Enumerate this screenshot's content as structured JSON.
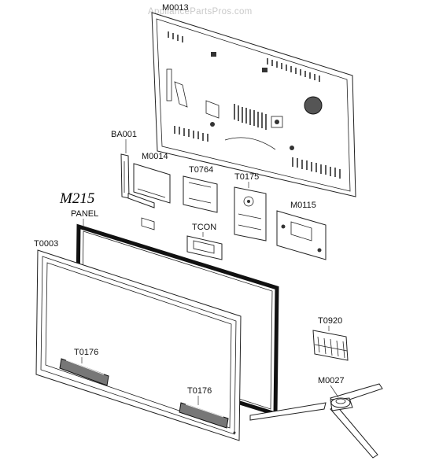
{
  "watermark": "AppliancePartsPros.com",
  "handwritten_model": "M215",
  "parts": {
    "back_cover": "M0013",
    "bracket": "BA001",
    "main_board": "M0014",
    "board_t0764": "T0764",
    "power_board": "T0175",
    "board_m0115": "M0115",
    "tcon": "TCON",
    "panel": "PANEL",
    "front_bezel": "T0003",
    "cover_t0920": "T0920",
    "stand": "M0027",
    "speaker_left": "T0176",
    "speaker_right": "T0176"
  },
  "colors": {
    "line": "#222222",
    "watermark": "#c9c9c9",
    "background": "#ffffff"
  }
}
